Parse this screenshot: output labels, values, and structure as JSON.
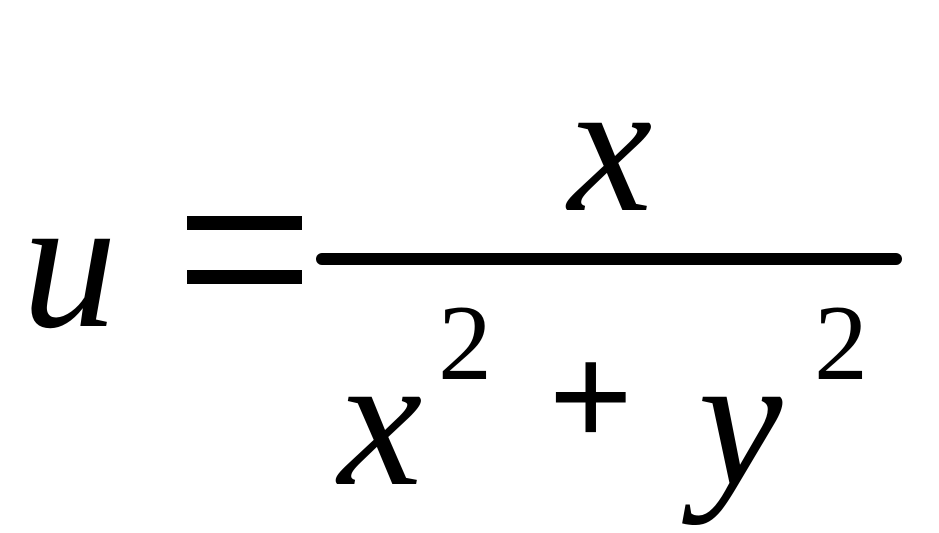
{
  "formula": {
    "lhs": "u",
    "equals": "=",
    "numerator": "x",
    "denominator": {
      "term1_base": "x",
      "term1_exponent": "2",
      "operator": "+",
      "term2_base": "y",
      "term2_exponent": "2"
    }
  },
  "colors": {
    "text": "#000000",
    "background": "#ffffff"
  }
}
